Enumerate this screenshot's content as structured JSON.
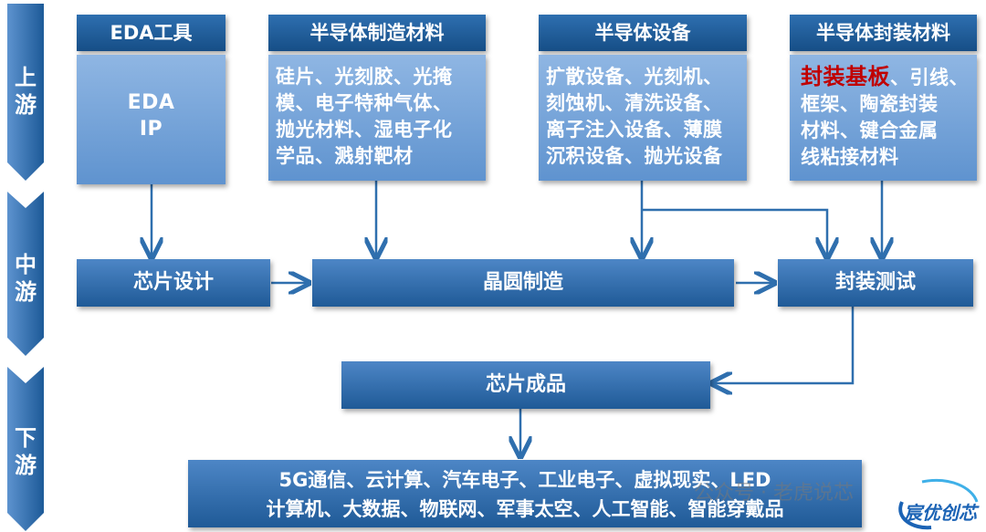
{
  "stages": {
    "upstream": "上\n游",
    "midstream": "中\n游",
    "downstream": "下\n游"
  },
  "upstream": {
    "eda": {
      "title": "EDA工具",
      "lines": [
        "EDA",
        "IP"
      ]
    },
    "materials": {
      "title": "半导体制造材料",
      "lines": [
        "硅片、光刻胶、光掩",
        "模、电子特种气体、",
        "抛光材料、湿电子化",
        "学品、溅射靶材"
      ]
    },
    "equipment": {
      "title": "半导体设备",
      "lines": [
        "扩散设备、光刻机、",
        "刻蚀机、清洗设备、",
        "离子注入设备、薄膜",
        "沉积设备、抛光设备"
      ]
    },
    "packaging": {
      "title": "半导体封装材料",
      "highlight": "封装基板",
      "line1_rest": "、引线、",
      "lines": [
        "框架、陶瓷封装",
        "材料、键合金属",
        "线粘接材料"
      ]
    }
  },
  "midstream": {
    "design": "芯片设计",
    "fab": "晶圆制造",
    "test": "封装测试"
  },
  "product": "芯片成品",
  "applications": {
    "line1": "5G通信、云计算、汽车电子、工业电子、虚拟现实、LED",
    "line2": "计算机、大数据、物联网、军事太空、人工智能、智能穿戴品"
  },
  "watermark": "公众号 · 老虎说芯",
  "logo_text": "宸优创芯",
  "colors": {
    "stage": "#1f5a97",
    "header": "#1a5690",
    "body": "#7aa7db",
    "bar": "#2a68a8",
    "arrow": "#2f6fae",
    "highlight": "#c00000"
  }
}
